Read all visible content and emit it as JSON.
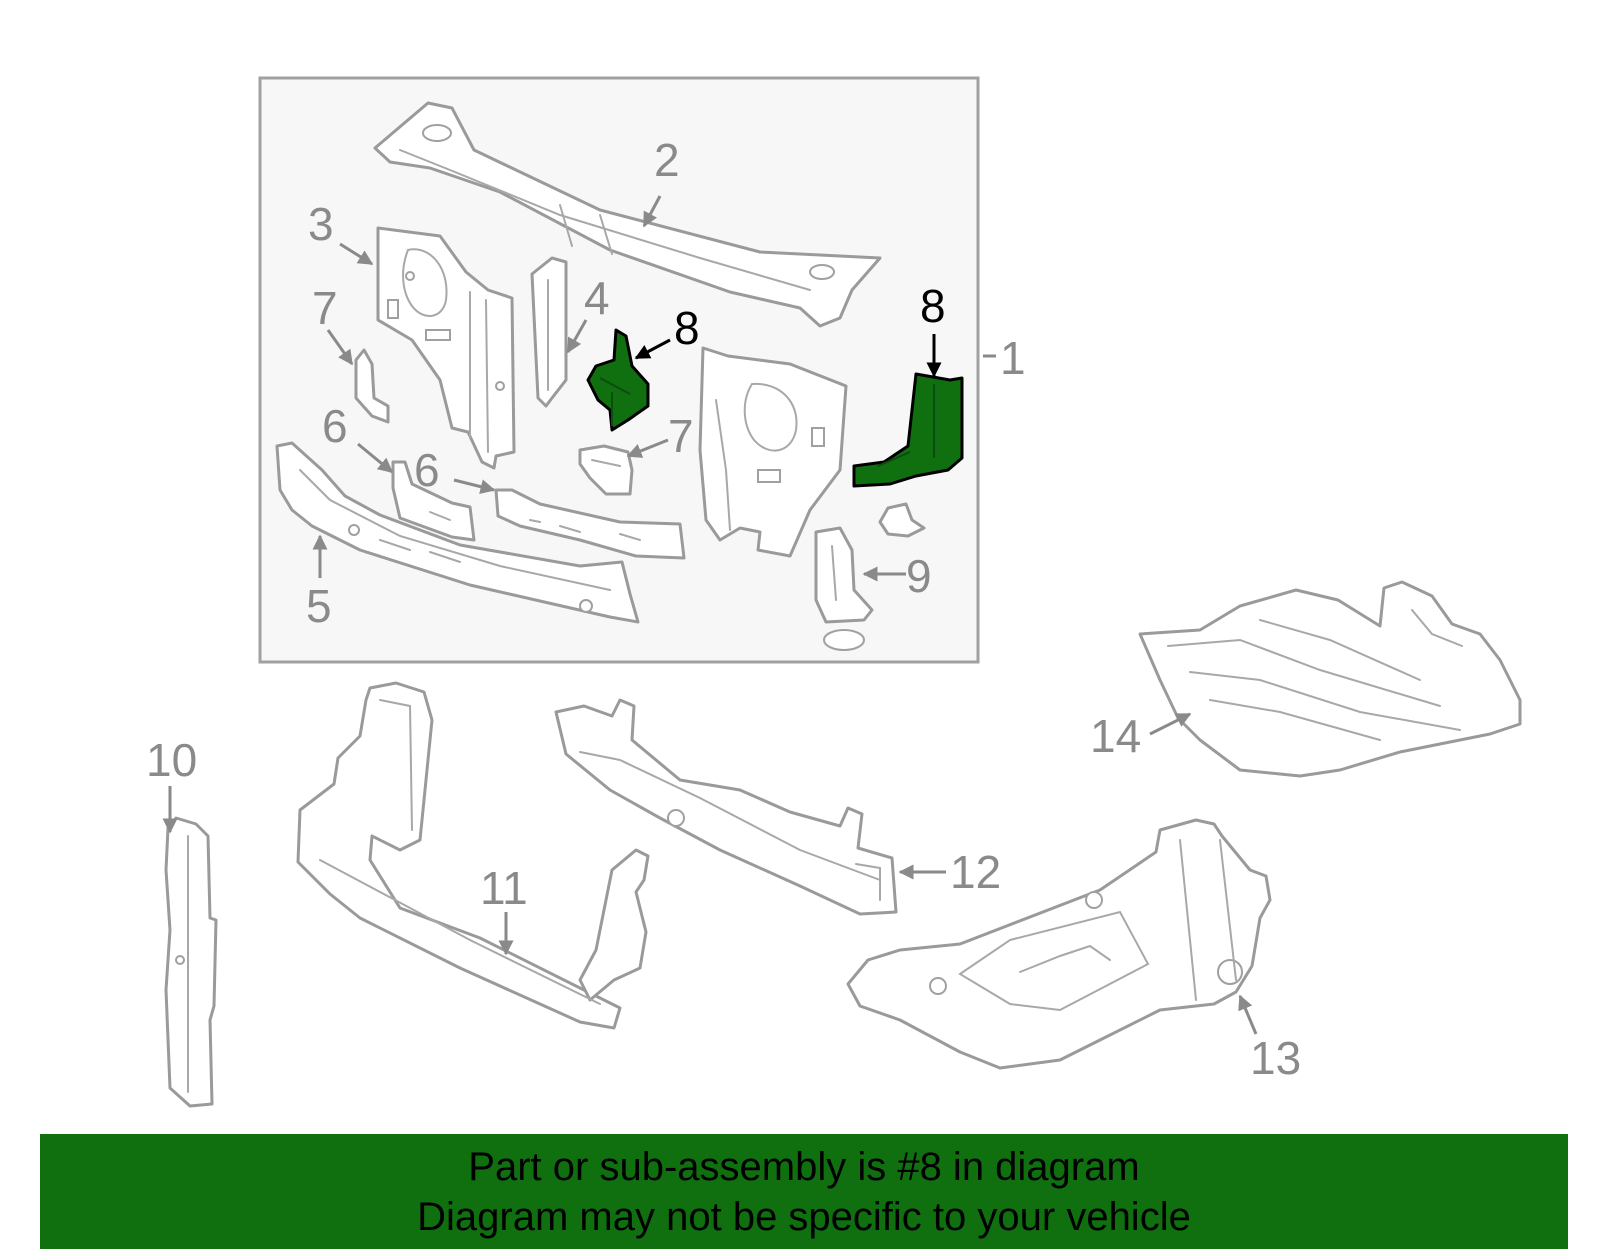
{
  "callouts": {
    "assembly": "1",
    "upper_tie_bar": "2",
    "left_support": "3",
    "center_bracket": "4",
    "lower_tie_bar": "5",
    "reinforcement_left": "6",
    "reinforcement_right": "6",
    "small_bracket_left": "7",
    "small_bracket_right": "7",
    "highlight_left": "8",
    "highlight_right": "8",
    "side_bracket": "9",
    "side_baffle": "10",
    "lower_deflector": "11",
    "upper_deflector": "12",
    "lower_shield": "13",
    "splash_shield": "14"
  },
  "colors": {
    "highlight_fill": "#107010",
    "banner_background": "#107010",
    "line_art": "#9a9a9a",
    "inset_background": "#f7f7f7",
    "inset_border": "#a0a0a0"
  },
  "banner": {
    "line1": "Part or sub-assembly is #8 in diagram",
    "line2": "Diagram may not be specific to your vehicle"
  }
}
